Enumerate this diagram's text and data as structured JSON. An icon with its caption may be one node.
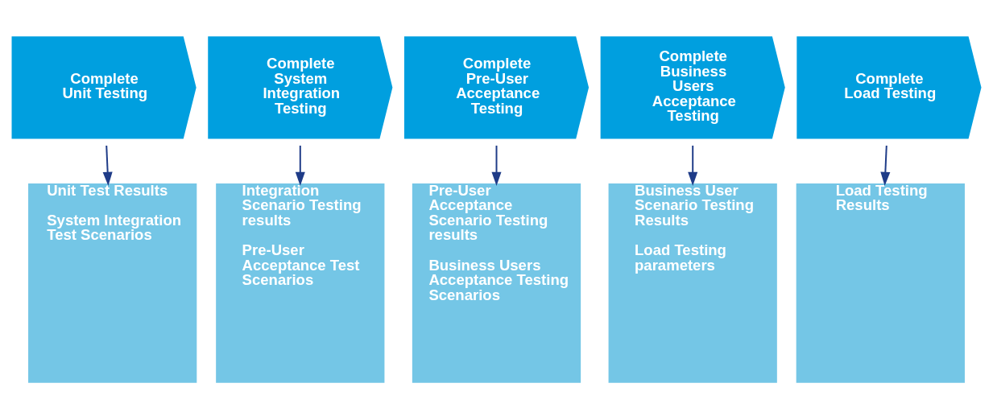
{
  "diagram": {
    "nodes": [
      {
        "text": [
          "Complete Unit Testing"
        ]
      },
      {
        "text": [
          "Complete System Integration Testing"
        ]
      },
      {
        "text": [
          "Complete Pre-User Acceptance Testing"
        ]
      },
      {
        "text": [
          "Complete Business Users Acceptance Testing"
        ]
      },
      {
        "text": [
          "Complete Load Testing"
        ]
      },
      {
        "text": [
          "Unit Test Results",
          "System Integration Test Scenarios"
        ]
      },
      {
        "text": [
          "Integration Scenario Testing results",
          "Pre-User Acceptance Test Scenarios"
        ]
      },
      {
        "text": [
          "Pre-User Acceptance Scenario Testing results",
          "Business Users Acceptance Testing Scenarios"
        ]
      },
      {
        "text": [
          "Business User Scenario Testing Results",
          "Load Testing parameters"
        ]
      },
      {
        "text": [
          "Load Testing Results"
        ]
      }
    ],
    "edges": [
      {
        "from": 0,
        "to": 5,
        "arrow": "to"
      },
      {
        "from": 1,
        "to": 6,
        "arrow": "to"
      },
      {
        "from": 2,
        "to": 7,
        "arrow": "to"
      },
      {
        "from": 3,
        "to": 8,
        "arrow": "to"
      },
      {
        "from": 4,
        "to": 9,
        "arrow": "to"
      }
    ]
  }
}
